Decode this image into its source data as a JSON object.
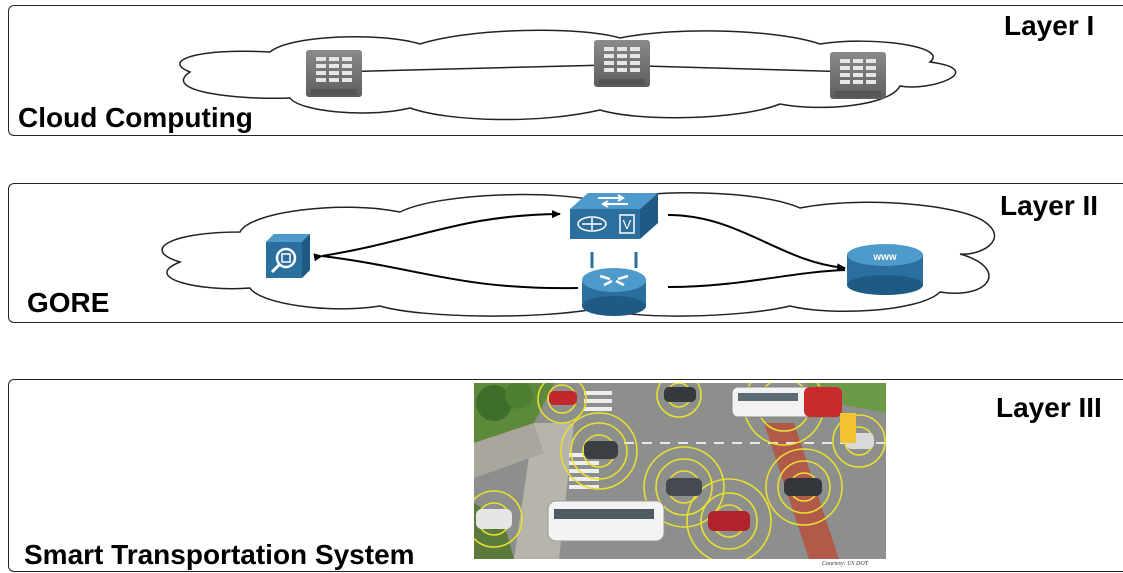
{
  "layers": [
    {
      "title": "Layer I",
      "label": "Cloud Computing"
    },
    {
      "title": "Layer II",
      "label": "GORE"
    },
    {
      "title": "Layer III",
      "label": "Smart Transportation System"
    }
  ],
  "photo": {
    "credit": "Courtesy: US DOT"
  },
  "icons": {
    "layer1": [
      "server-icon",
      "server-icon",
      "server-icon"
    ],
    "layer2": [
      "monitor-icon",
      "switch-icon",
      "router-icon",
      "www-database-icon"
    ],
    "www_label": "www",
    "switch_badge": "V"
  },
  "colors": {
    "server": "#7a7a7a",
    "cisco_blue": "#2a6f9e",
    "cisco_light": "#3d8cc0",
    "signal_ring": "#e8e030"
  }
}
